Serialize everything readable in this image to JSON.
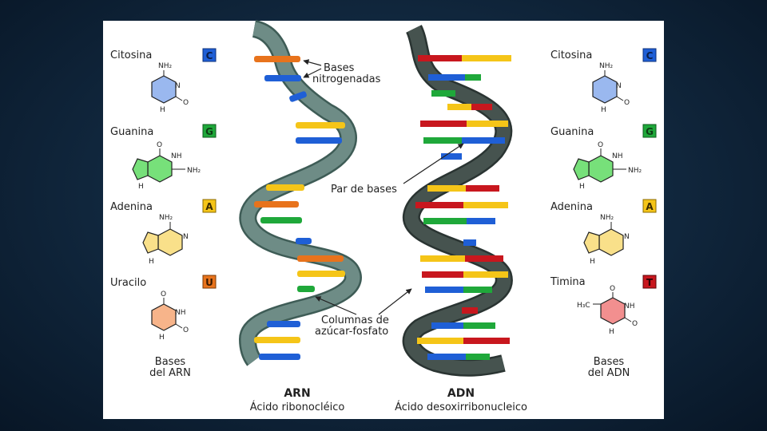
{
  "colors": {
    "cytosine": "#1f5fd6",
    "guanine": "#1fa83a",
    "adenine": "#f5c518",
    "uracil": "#e8731c",
    "thymine": "#c8171e",
    "rna_backbone": "#6e8c86",
    "dna_backbone": "#3a4744",
    "background": "#10263c"
  },
  "left": {
    "bases": [
      {
        "name": "Citosina",
        "letter": "C"
      },
      {
        "name": "Guanina",
        "letter": "G"
      },
      {
        "name": "Adenina",
        "letter": "A"
      },
      {
        "name": "Uracilo",
        "letter": "U"
      }
    ],
    "caption": [
      "Bases",
      "del ARN"
    ]
  },
  "right": {
    "bases": [
      {
        "name": "Citosina",
        "letter": "C"
      },
      {
        "name": "Guanina",
        "letter": "G"
      },
      {
        "name": "Adenina",
        "letter": "A"
      },
      {
        "name": "Timina",
        "letter": "T"
      }
    ],
    "caption": [
      "Bases",
      "del ADN"
    ]
  },
  "chem": {
    "nh2": "NH₂",
    "nh": "NH",
    "h": "H",
    "n": "N",
    "o": "O",
    "h3c": "H₃C"
  },
  "annotations": {
    "bases_nitrogenadas": [
      "Bases",
      "nitrogenadas"
    ],
    "par_de_bases": "Par de bases",
    "columnas": [
      "Columnas de",
      "azúcar-fosfato"
    ]
  },
  "rna": {
    "title": "ARN",
    "subtitle": "Ácido ribonocléico"
  },
  "dna": {
    "title": "ADN",
    "subtitle": "Ácido desoxirribonucleico"
  }
}
